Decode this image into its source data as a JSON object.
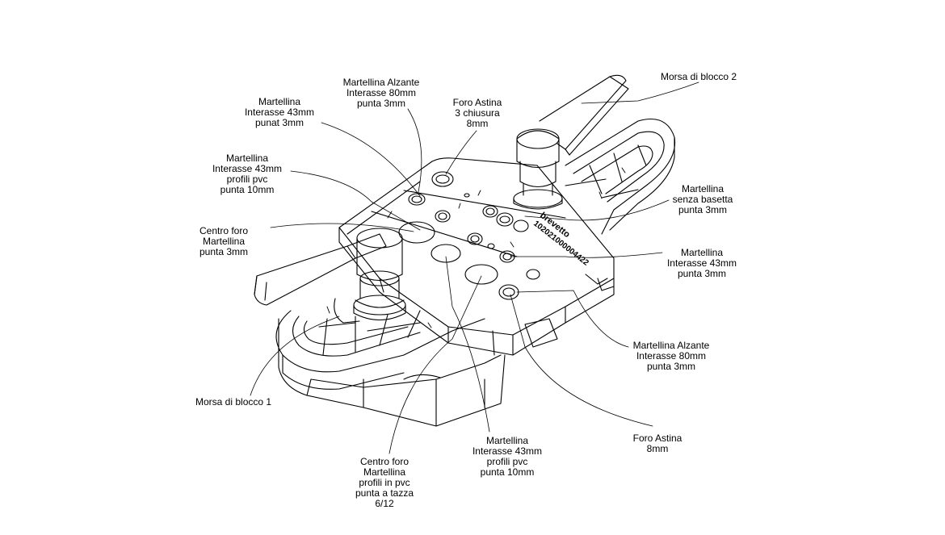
{
  "callouts": [
    {
      "id": "morsa-2",
      "lines": [
        "Morsa di blocco 2"
      ]
    },
    {
      "id": "martellina-alzante-top",
      "lines": [
        "Martellina Alzante",
        "Interasse 80mm",
        "punta 3mm"
      ]
    },
    {
      "id": "foro-astina-top",
      "lines": [
        "Foro Astina",
        "3 chiusura",
        "8mm"
      ]
    },
    {
      "id": "martellina-43-top",
      "lines": [
        "Martellina",
        "Interasse 43mm",
        "punat 3mm"
      ]
    },
    {
      "id": "martellina-pvc-left",
      "lines": [
        "Martellina",
        "Interasse 43mm",
        "profili  pvc",
        "punta 10mm"
      ]
    },
    {
      "id": "centro-foro-left",
      "lines": [
        "Centro foro",
        "Martellina",
        "punta 3mm"
      ]
    },
    {
      "id": "senza-basetta",
      "lines": [
        "Martellina",
        "senza basetta",
        "punta 3mm"
      ]
    },
    {
      "id": "martellina-43-right",
      "lines": [
        "Martellina",
        "Interasse 43mm",
        "punta 3mm"
      ]
    },
    {
      "id": "martellina-alzante-right",
      "lines": [
        "Martellina Alzante",
        "Interasse 80mm",
        "punta 3mm"
      ]
    },
    {
      "id": "morsa-1",
      "lines": [
        "Morsa di blocco 1"
      ]
    },
    {
      "id": "foro-astina-bottom",
      "lines": [
        "Foro Astina",
        "8mm"
      ]
    },
    {
      "id": "martellina-pvc-bottom",
      "lines": [
        "Martellina",
        "Interasse 43mm",
        "profili  pvc",
        "punta 10mm"
      ]
    },
    {
      "id": "centro-foro-bottom",
      "lines": [
        "Centro foro",
        "Martellina",
        "profili in pvc",
        "punta a tazza",
        "6/12"
      ]
    }
  ],
  "engraving": {
    "line1": "brevetto",
    "line2": "102021000004422"
  },
  "colors": {
    "ink": "#000000",
    "background": "#ffffff"
  }
}
